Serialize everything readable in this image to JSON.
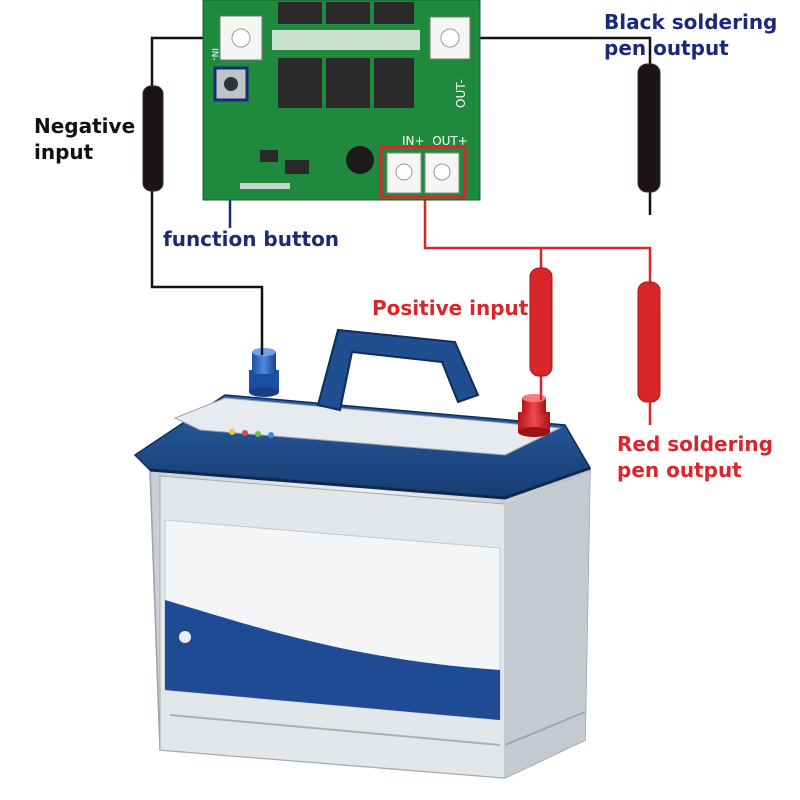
{
  "labels": {
    "black_output": {
      "line1": "Black soldering",
      "line2": "pen output",
      "color": "#1b2a78"
    },
    "negative_input": {
      "line1": "Negative",
      "line2": "input",
      "color": "#111111"
    },
    "function_button": {
      "text": "function button",
      "color": "#1b2a78"
    },
    "positive_input": {
      "text": "Positive input",
      "color": "#d8262b"
    },
    "red_output": {
      "line1": "Red soldering",
      "line2": "pen output",
      "color": "#d8262b"
    }
  },
  "pcb": {
    "silkscreen": {
      "in_minus": "IN-",
      "out_minus": "OUT-",
      "in_out_plus": "IN+  OUT+"
    },
    "color": "#1f8a3e"
  },
  "wires": {
    "negative_color": "#111111",
    "positive_color": "#d8262b",
    "function_color": "#1b2a78"
  },
  "battery": {
    "body_color": "#dde1e6",
    "lid_color": "#1f4f8f"
  }
}
